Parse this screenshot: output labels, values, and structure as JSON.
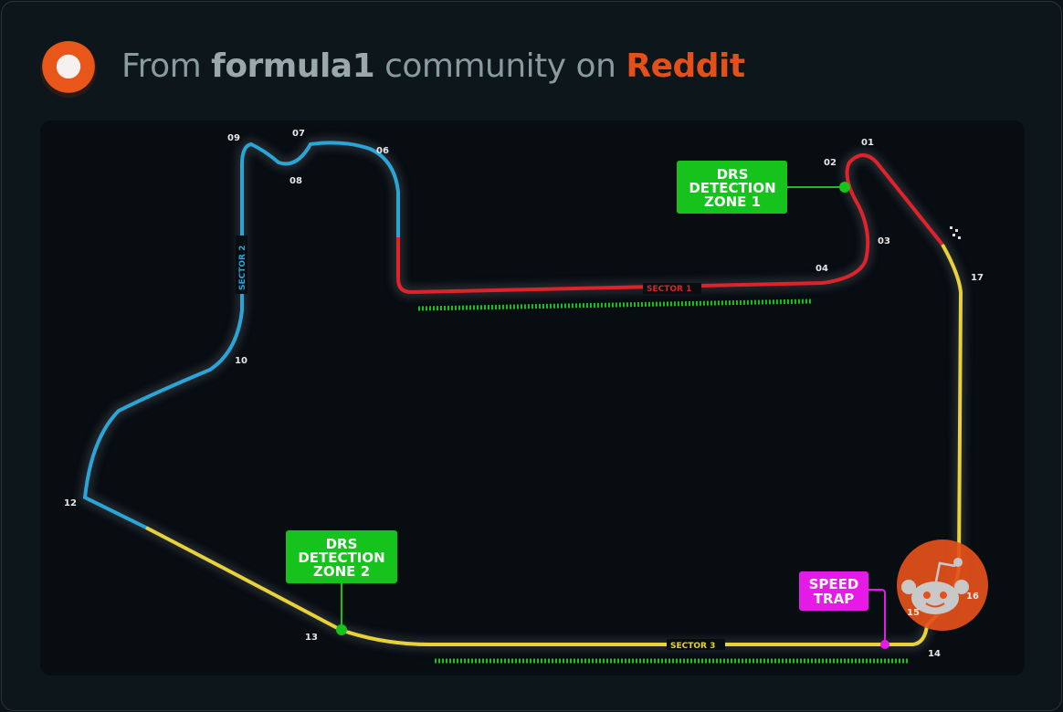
{
  "header": {
    "prefix": "From",
    "community": "formula1",
    "middle": "community on",
    "platform": "Reddit"
  },
  "track": {
    "corners": [
      "01",
      "02",
      "03",
      "04",
      "06",
      "07",
      "08",
      "09",
      "10",
      "12",
      "13",
      "14",
      "15",
      "16",
      "17"
    ],
    "sectors": {
      "s1": "SECTOR 1",
      "s2": "SECTOR 2",
      "s3": "SECTOR 3"
    },
    "drs1": [
      "DRS",
      "DETECTION",
      "ZONE 1"
    ],
    "drs2": [
      "DRS",
      "DETECTION",
      "ZONE 2"
    ],
    "speed_trap": [
      "SPEED",
      "TRAP"
    ]
  },
  "colors": {
    "sector1": "#e0222a",
    "sector2": "#2aa5d8",
    "sector3": "#e8d23a",
    "drs": "#16c21c",
    "speed_trap": "#e619e6",
    "reddit": "#e4501a"
  }
}
